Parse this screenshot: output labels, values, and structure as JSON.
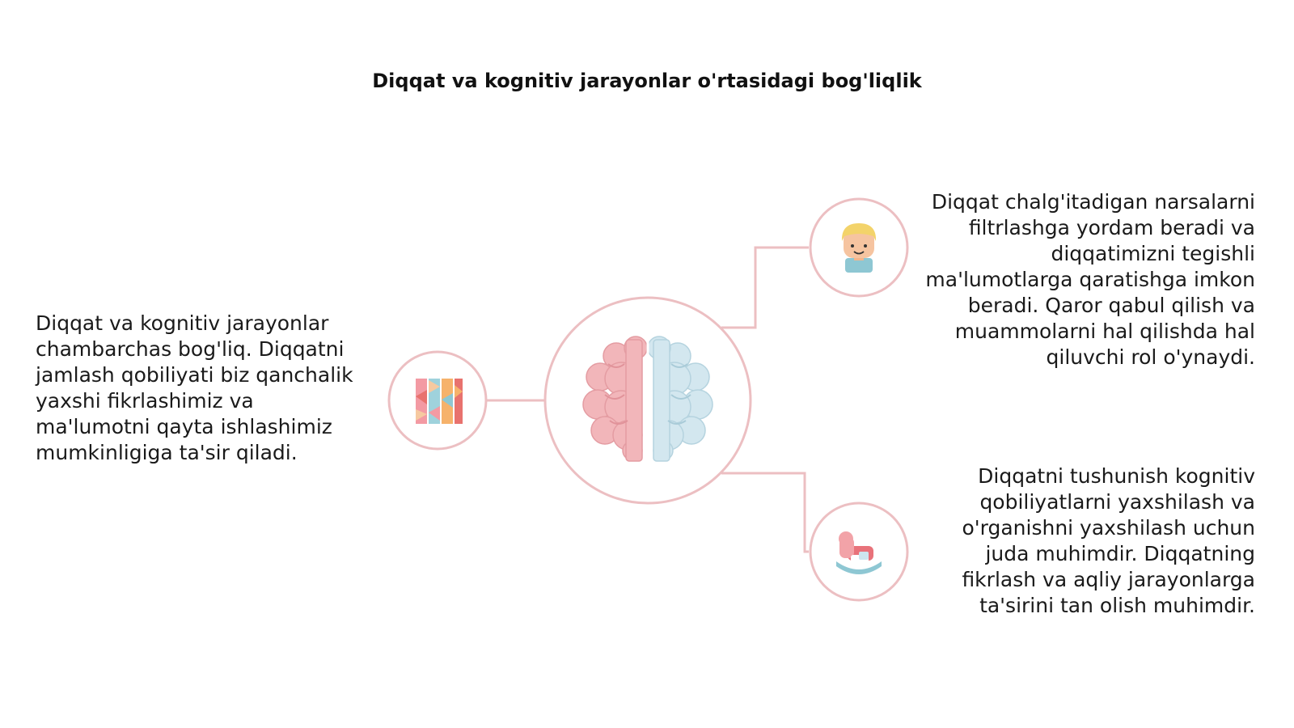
{
  "title": "Diqqat va kognitiv jarayonlar o'rtasidagi bog'liqlik",
  "colors": {
    "accent": "#e8b8bc",
    "brain_left": "#f0b4b8",
    "brain_right": "#cfe3ec",
    "text": "#1a1a1a"
  },
  "center_node": {
    "icon": "brain-icon"
  },
  "nodes": [
    {
      "id": "left",
      "icon": "puzzle-blocks-icon",
      "text": "Diqqat va kognitiv jarayonlar chambarchas bog'liq. Diqqatni jamlash qobiliyati biz qanchalik yaxshi fikrlashimiz va ma'lumotni qayta ishlashimiz mumkinligiga ta'sir qiladi."
    },
    {
      "id": "right-top",
      "icon": "child-face-icon",
      "text": "Diqqat chalg'itadigan narsalarni filtrlashga yordam beradi va diqqatimizni tegishli ma'lumotlarga qaratishga imkon beradi. Qaror qabul qilish va muammolarni hal qilishda hal qiluvchi rol o'ynaydi."
    },
    {
      "id": "right-bottom",
      "icon": "rocking-horse-icon",
      "text": "Diqqatni tushunish kognitiv qobiliyatlarni yaxshilash va o'rganishni yaxshilash uchun juda muhimdir. Diqqatning fikrlash va aqliy jarayonlarga ta'sirini tan olish muhimdir."
    }
  ]
}
